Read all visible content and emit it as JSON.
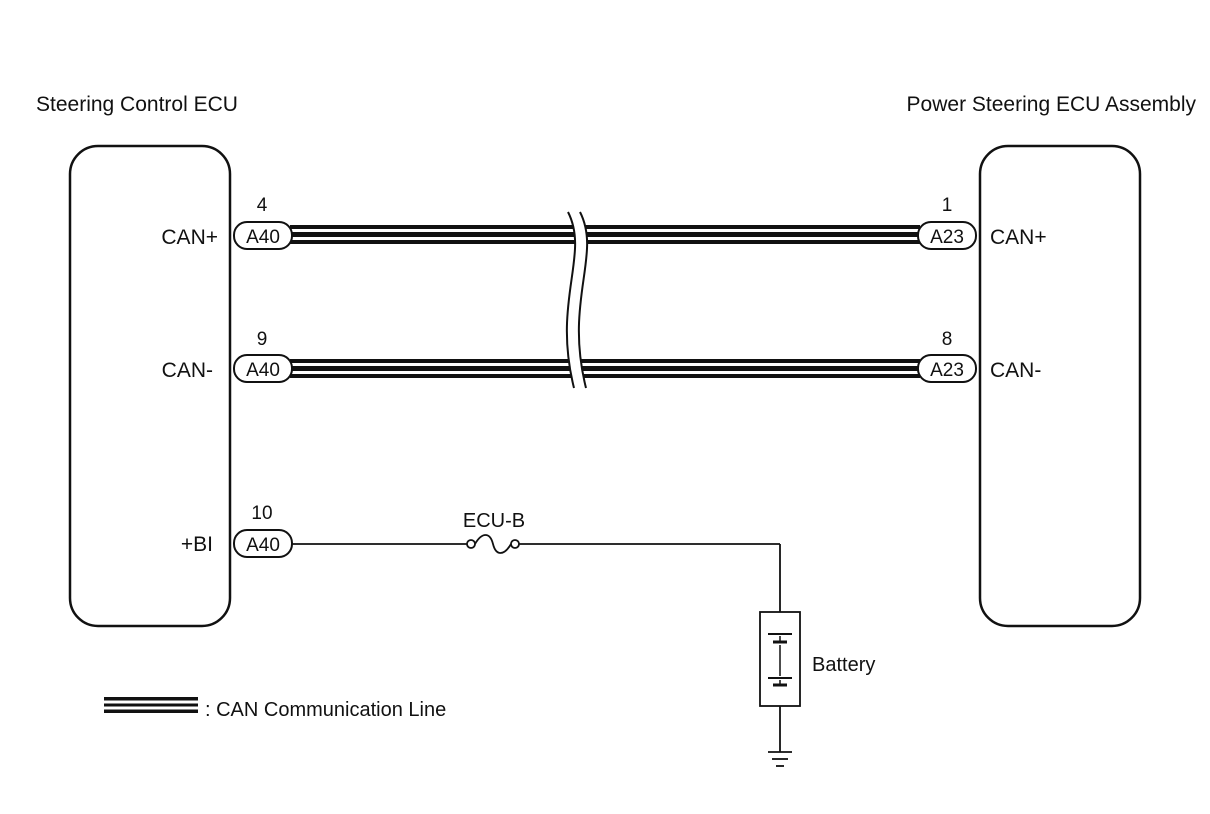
{
  "ecus": {
    "left_title": "Steering Control ECU",
    "right_title": "Power Steering ECU Assembly"
  },
  "signals": {
    "left_can_plus": "CAN+",
    "left_can_minus": "CAN-",
    "left_bi": "+BI",
    "right_can_plus": "CAN+",
    "right_can_minus": "CAN-"
  },
  "pins": {
    "left_can_plus": "4",
    "left_can_minus": "9",
    "left_bi": "10",
    "right_can_plus": "1",
    "right_can_minus": "8"
  },
  "connectors": {
    "left": "A40",
    "right": "A23"
  },
  "fuse": {
    "label": "ECU-B"
  },
  "battery": {
    "label": "Battery"
  },
  "legend": {
    "label": ": CAN Communication Line"
  },
  "colors": {
    "line": "#111111",
    "background": "#ffffff"
  }
}
